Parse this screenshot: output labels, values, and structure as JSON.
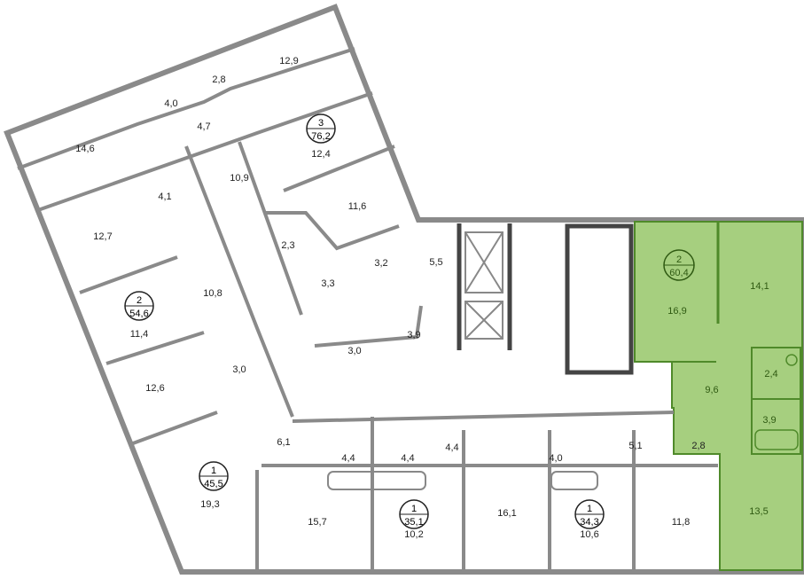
{
  "colors": {
    "highlight": "#a6cf7f",
    "highlight_line": "#4f8a2a",
    "wall": "#8a8a8a",
    "wall_dark": "#444444"
  },
  "apartments": [
    {
      "rooms": "3",
      "area": "76,2"
    },
    {
      "rooms": "2",
      "area": "54,6"
    },
    {
      "rooms": "1",
      "area": "45,5"
    },
    {
      "rooms": "1",
      "area": "35,1"
    },
    {
      "rooms": "1",
      "area": "34,3"
    },
    {
      "rooms": "2",
      "area": "60,4",
      "highlighted": true
    }
  ],
  "rooms": {
    "r12_9": "12,9",
    "r2_8a": "2,8",
    "r4_0a": "4,0",
    "r4_7": "4,7",
    "r14_6": "14,6",
    "r12_4": "12,4",
    "r10_9": "10,9",
    "r4_1": "4,1",
    "r11_6": "11,6",
    "r12_7": "12,7",
    "r2_3": "2,3",
    "r3_2": "3,2",
    "r5_5": "5,5",
    "r3_3": "3,3",
    "r10_8": "10,8",
    "r11_4": "11,4",
    "r3_9a": "3,9",
    "r3_0a": "3,0",
    "r3_0b": "3,0",
    "r12_6": "12,6",
    "r6_1": "6,1",
    "r4_4a": "4,4",
    "r4_4b": "4,4",
    "r4_4c": "4,4",
    "r4_0b": "4,0",
    "r5_1": "5,1",
    "r2_8b": "2,8",
    "r19_3": "19,3",
    "r15_7": "15,7",
    "r10_2": "10,2",
    "r16_1": "16,1",
    "r10_6": "10,6",
    "r11_8": "11,8",
    "g16_9": "16,9",
    "g14_1": "14,1",
    "g2_4": "2,4",
    "g9_6": "9,6",
    "g3_9": "3,9",
    "g13_5": "13,5"
  }
}
